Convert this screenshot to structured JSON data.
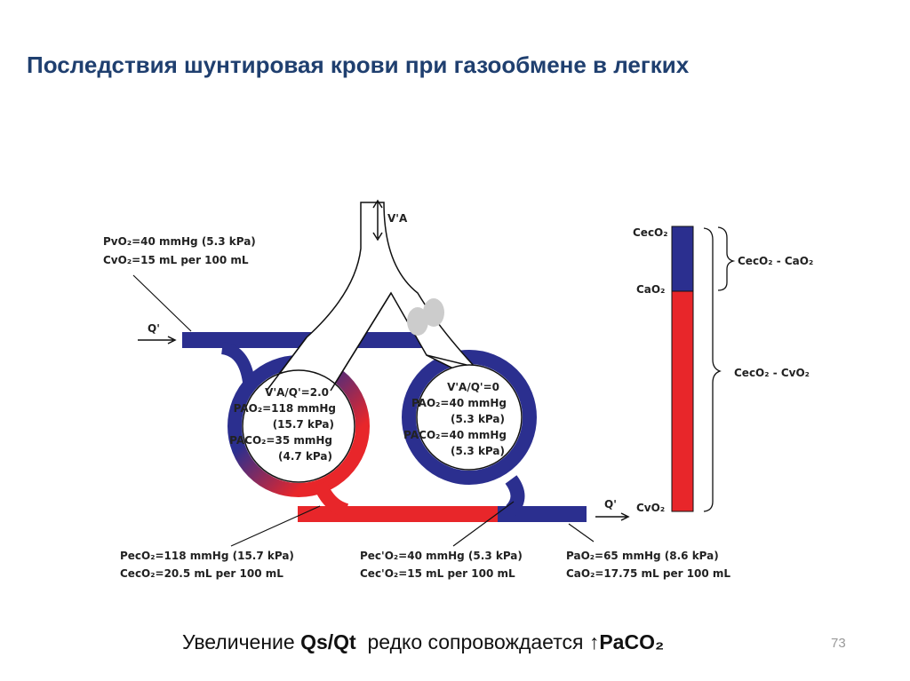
{
  "title": "Последствия шунтировая крови при газообмене в легких",
  "diagram": {
    "ventilation_label": "V'A",
    "flow_in_label": "Q'",
    "flow_out_label": "Q'",
    "mixed_venous": {
      "line1": "PvO₂=40 mmHg (5.3 kPa)",
      "line2": "CvO₂=15 mL per 100 mL"
    },
    "alveolus_left": {
      "line1": "V'A/Q'=2.0",
      "line2": "PAO₂=118 mmHg",
      "line3": "(15.7 kPa)",
      "line4": "PACO₂=35 mmHg",
      "line5": "(4.7 kPa)"
    },
    "alveolus_right": {
      "line1": "V'A/Q'=0",
      "line2": "PAO₂=40 mmHg",
      "line3": "(5.3 kPa)",
      "line4": "PACO₂=40 mmHg",
      "line5": "(5.3 kPa)"
    },
    "end_capillary_left": {
      "line1": "PecO₂=118 mmHg (15.7 kPa)",
      "line2": "CecO₂=20.5 mL per 100 mL"
    },
    "end_capillary_right": {
      "line1": "Pec'O₂=40 mmHg (5.3 kPa)",
      "line2": "Cec'O₂=15 mL per 100 mL"
    },
    "arterial": {
      "line1": "PaO₂=65 mmHg (8.6 kPa)",
      "line2": "CaO₂=17.75 mL per 100 mL"
    },
    "bar": {
      "top_label": "CecO₂",
      "mid_label": "CaO₂",
      "bottom_label": "CvO₂",
      "brace_upper": "CecO₂ - CaO₂",
      "brace_lower": "CecO₂ - CvO₂"
    },
    "colors": {
      "venous": "#2b2f8f",
      "arterial": "#e8262a"
    }
  },
  "caption": {
    "prefix": "Увеличение ",
    "ratio": "Qs/Qt",
    "middle": "  редко сопровождается ",
    "suffix": "↑PaCO₂"
  },
  "page_number": "73"
}
